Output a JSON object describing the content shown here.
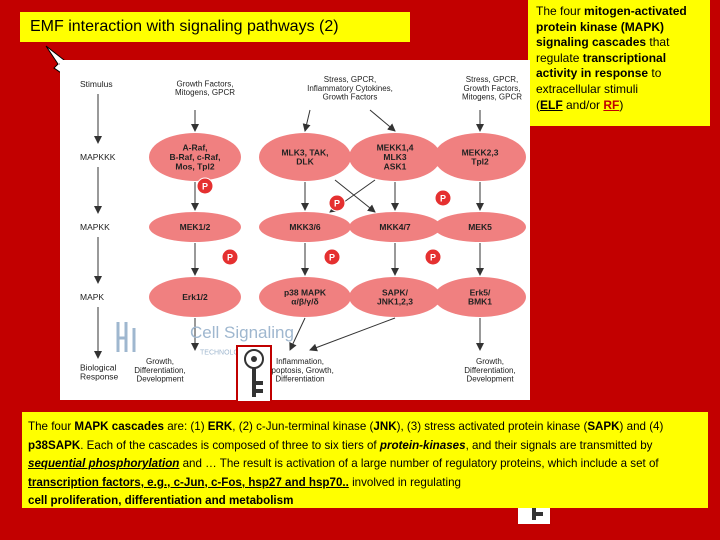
{
  "title": "EMF interaction with signaling pathways (2)",
  "note": {
    "p1": "The four ",
    "p2": "mitogen-activated protein kinase (MAPK) signaling cascades",
    "p3": " that regulate ",
    "p4": "transcriptional activity in response",
    "p5": " to extracellular stimuli",
    "p6": "(",
    "p7": "ELF",
    "p8": " and/or ",
    "p9": "RF",
    "p10": ")"
  },
  "diagram": {
    "row_labels": [
      "Stimulus",
      "MAPKKK",
      "MAPKK",
      "MAPK",
      "Biological\nResponse"
    ],
    "stimuli": [
      "Growth Factors,\nMitogens, GPCR",
      "Stress, GPCR,\nInflammatory Cytokines,\nGrowth Factors",
      "Stress, GPCR,\nGrowth Factors,\nMitogens, GPCR"
    ],
    "mapkkk": [
      "A-Raf,\nB-Raf, c-Raf,\nMos, Tpl2",
      "MLK3, TAK,\nDLK",
      "MEKK1,4\nMLK3\nASK1",
      "MEKK2,3\nTpl2"
    ],
    "mapkk": [
      "MEK1/2",
      "MKK3/6",
      "MKK4/7",
      "MEK5"
    ],
    "mapk": [
      "Erk1/2",
      "p38 MAPK\nα/β/γ/δ",
      "SAPK/\nJNK1,2,3",
      "Erk5/\nBMK1"
    ],
    "responses": [
      "Growth,\nDifferentiation,\nDevelopment",
      "Inflammation,\nApoptosis, Growth,\nDifferentiation",
      "Growth,\nDifferentiation,\nDevelopment"
    ],
    "phospho_label": "P",
    "watermark": "Cell Signaling",
    "watermark_sub": "TECHNOLOGY"
  },
  "summary": {
    "s1": "The four ",
    "s2": "MAPK cascades",
    "s3": " are: (1) ",
    "s4": "ERK",
    "s5": ", (2) c-Jun-terminal kinase (",
    "s6": "JNK",
    "s7": "), (3) stress activated protein kinase (",
    "s8": "SAPK",
    "s9": ") and (4) ",
    "s10": "p38SAPK",
    "s11": ". Each of the cascades is composed of three to six tiers of ",
    "s12": "protein-kinases",
    "s13": ", and their signals are transmitted by ",
    "s14": "sequential phosphorylation",
    "s15": " and … The result is activation of a large number of regulatory proteins, which include a set of ",
    "s16": "transcription factors, e.g., c-Jun, c-Fos, hsp27 and hsp70..",
    "s17": " involved in regulating",
    "s18": "cell proliferation, differentiation and metabolism"
  },
  "colors": {
    "background": "#c20000",
    "highlight": "#ffff00",
    "node_fill": "#f08080",
    "text_red": "#c00000"
  },
  "icons": [
    "lightning-icon",
    "key-icon"
  ]
}
